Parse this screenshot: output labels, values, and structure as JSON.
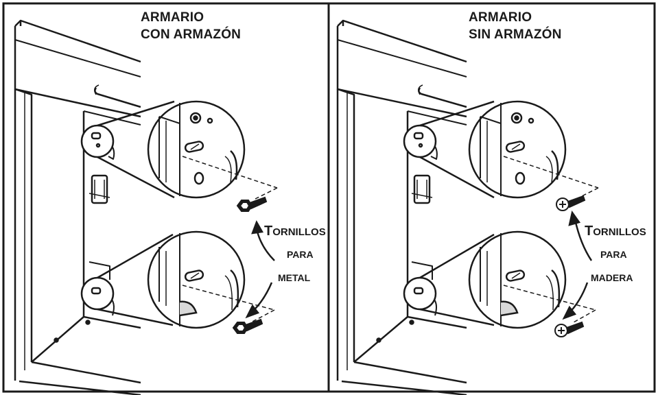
{
  "panels": [
    {
      "title_line1": "ARMARIO",
      "title_line2": "CON ARMAZÓN",
      "screws_first_letter": "T",
      "screws_rest": "ORNILLOS",
      "screws_line2": "PARA",
      "screws_line3": "METAL",
      "screw_type": "hex-head-metal-screw"
    },
    {
      "title_line1": "ARMARIO",
      "title_line2": "SIN ARMAZÓN",
      "screws_first_letter": "T",
      "screws_rest": "ORNILLOS",
      "screws_line2": "PARA",
      "screws_line3": "MADERA",
      "screw_type": "phillips-wood-screw"
    }
  ],
  "colors": {
    "line": "#1a1a1a",
    "background": "#ffffff",
    "shade": "#d9d9d9"
  }
}
